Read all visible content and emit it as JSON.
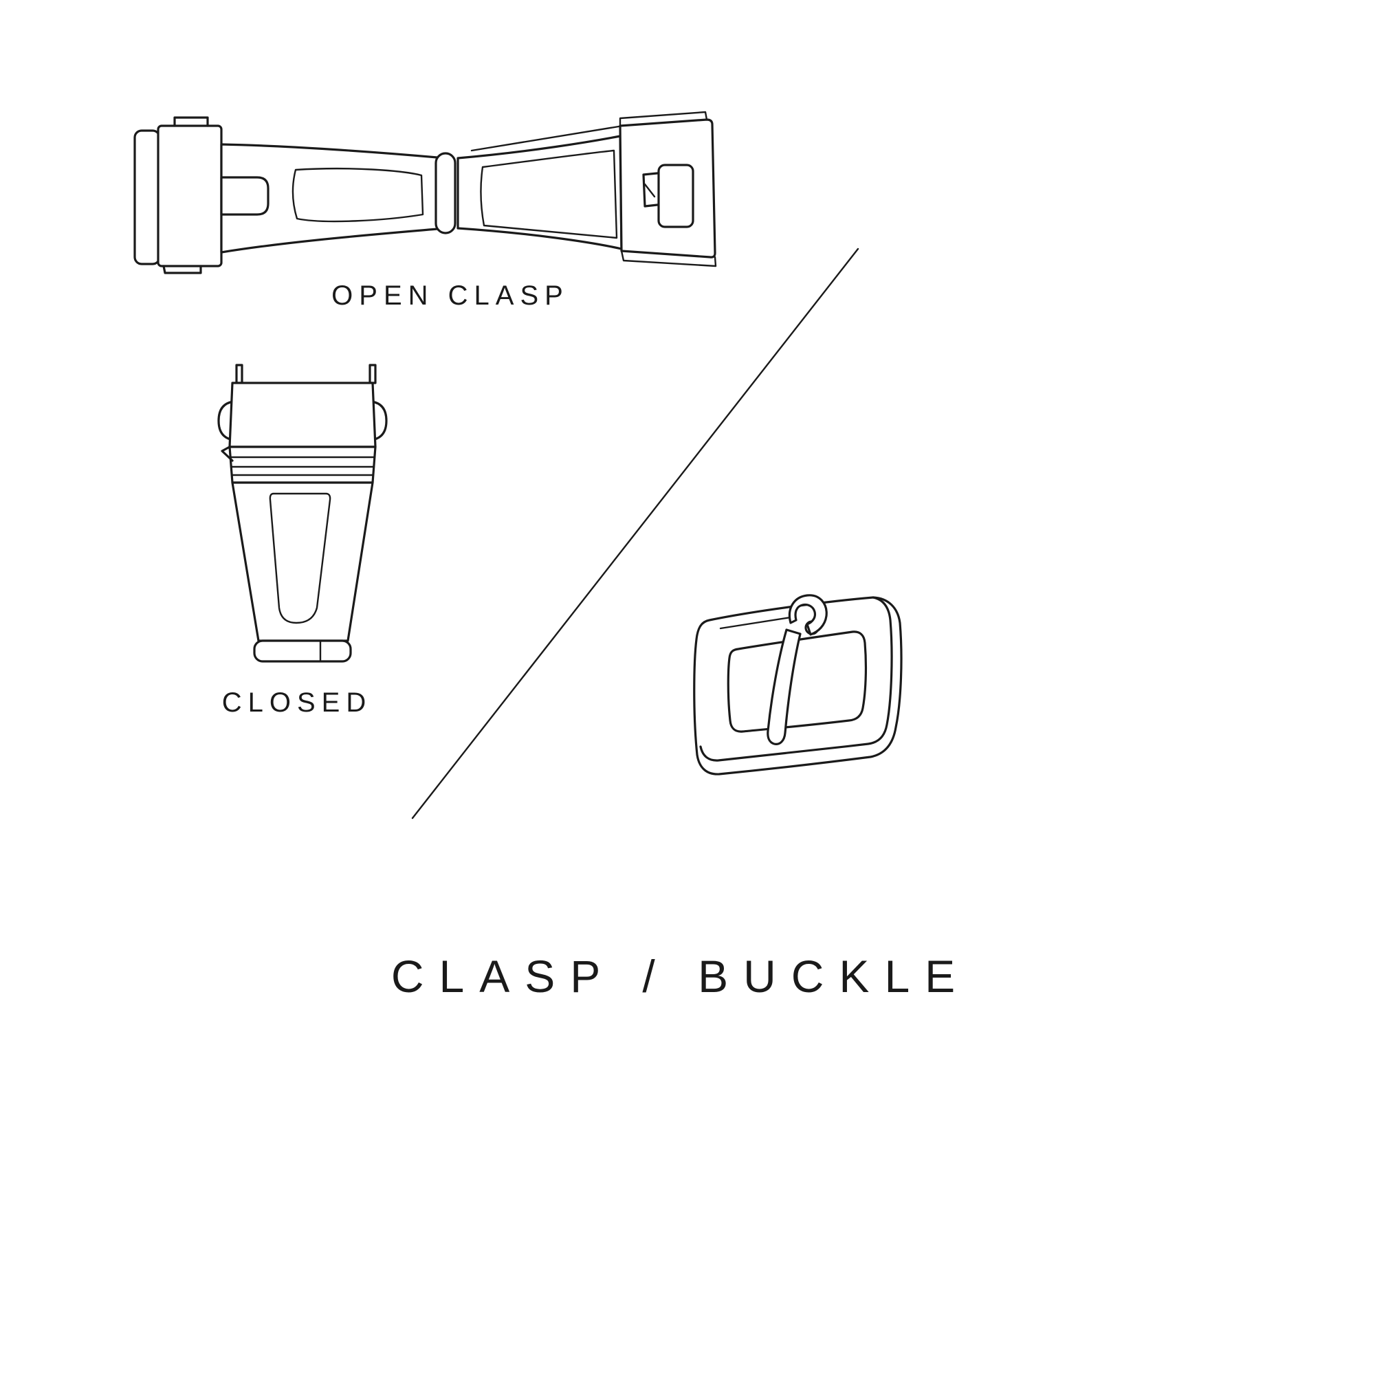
{
  "page": {
    "background": "#ffffff",
    "ink": "#1a1a1a"
  },
  "labels": {
    "open_clasp": "OPEN CLASP",
    "closed": "CLOSED",
    "title": "CLASP / BUCKLE"
  },
  "figures": [
    {
      "name": "open-clasp-illustration",
      "caption": "OPEN CLASP"
    },
    {
      "name": "closed-clasp-illustration",
      "caption": "CLOSED"
    },
    {
      "name": "tang-buckle-illustration",
      "caption": ""
    }
  ],
  "divider": {
    "type": "diagonal-line"
  }
}
